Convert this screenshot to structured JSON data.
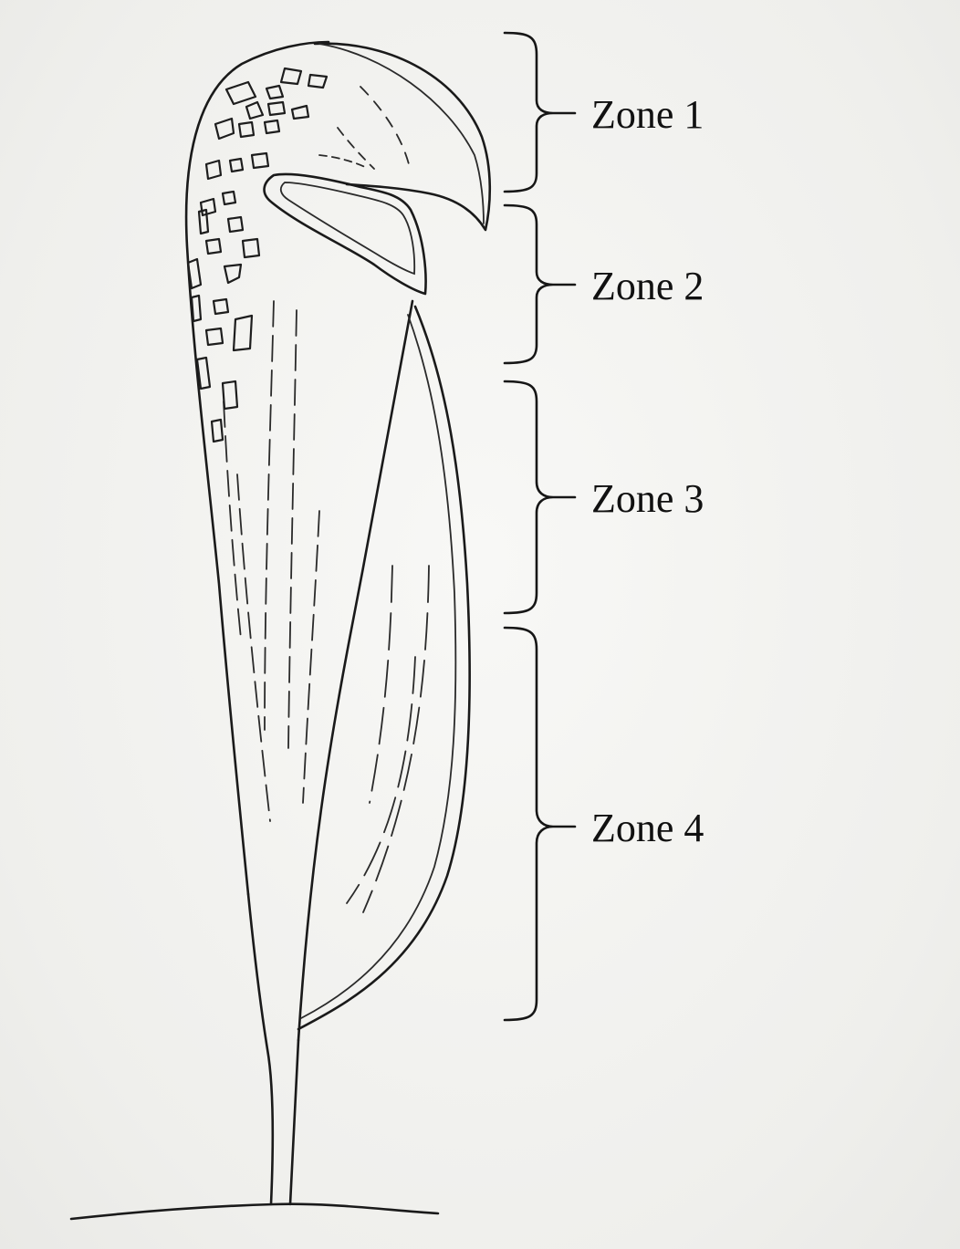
{
  "diagram": {
    "zones": [
      {
        "label": "Zone 1"
      },
      {
        "label": "Zone 2"
      },
      {
        "label": "Zone 3"
      },
      {
        "label": "Zone 4"
      }
    ],
    "colors": {
      "ink": "#1a1a1a",
      "paper": "#f3f3f1"
    }
  }
}
